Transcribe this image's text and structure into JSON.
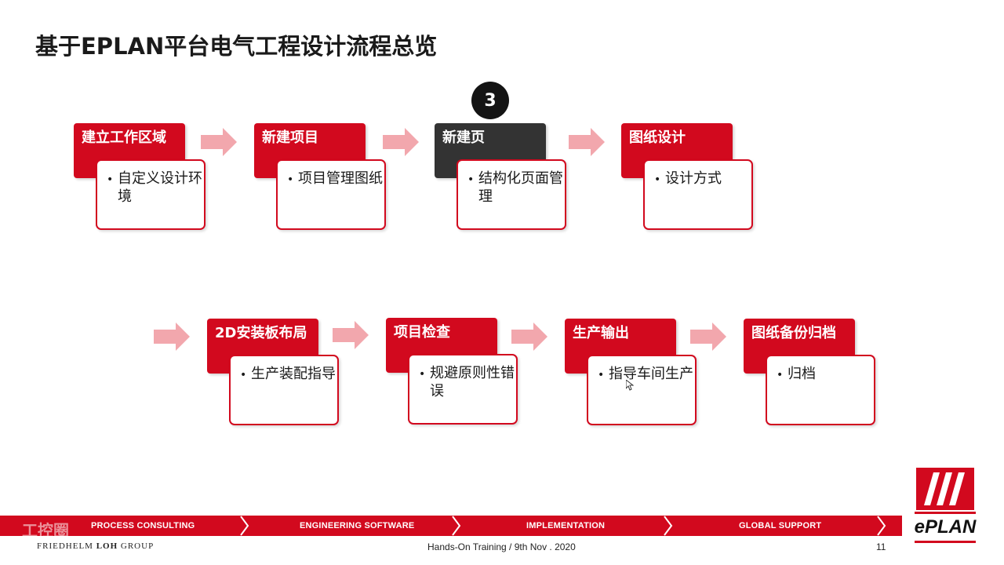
{
  "title": "基于EPLAN平台电气工程设计流程总览",
  "current_step_number": "3",
  "steps": [
    {
      "header": "建立工作区域",
      "bullet": "自定义设计环境"
    },
    {
      "header": "新建项目",
      "bullet": "项目管理图纸"
    },
    {
      "header": "新建页",
      "bullet": "结构化页面管理"
    },
    {
      "header": "图纸设计",
      "bullet": "设计方式"
    },
    {
      "header": "2D安装板布局",
      "bullet": "生产装配指导"
    },
    {
      "header": "项目检查",
      "bullet": "规避原则性错误"
    },
    {
      "header": "生产输出",
      "bullet": "指导车间生产"
    },
    {
      "header": "图纸备份归档",
      "bullet": "归档"
    }
  ],
  "footer": {
    "band_items": [
      "PROCESS CONSULTING",
      "ENGINEERING SOFTWARE",
      "IMPLEMENTATION",
      "GLOBAL SUPPORT"
    ],
    "company_pre": "FRIEDHELM ",
    "company_bold": "LOH",
    "company_post": " GROUP",
    "center_text": "Hands-On Training / 9th Nov . 2020",
    "page_number": "11",
    "watermark": "工控圈"
  },
  "logo": {
    "text": "ePLAN"
  },
  "colors": {
    "accent": "#d2091e",
    "dark": "#333333",
    "arrow": "#f2a7ad"
  },
  "icons": {
    "arrow": "right-arrow-icon",
    "cursor": "mouse-cursor-icon"
  }
}
